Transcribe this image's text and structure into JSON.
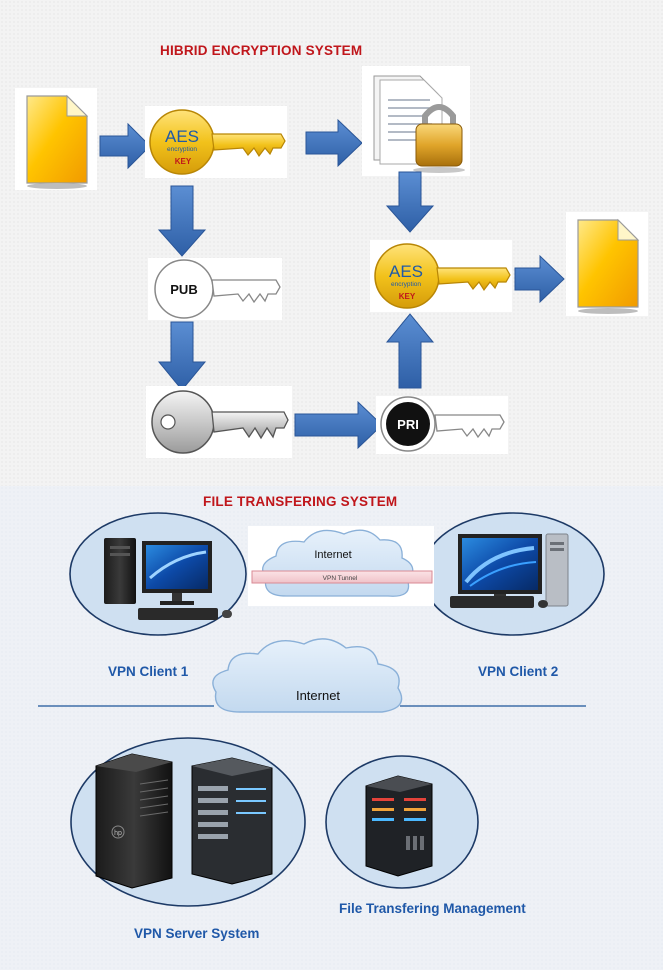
{
  "hybrid": {
    "title": "HIBRID ENCRYPTION SYSTEM",
    "aes_key_label_top": "AES",
    "aes_key_label_small": "encryption",
    "aes_key_label_key": "KEY",
    "pub_label": "PUB",
    "pri_label": "PRI"
  },
  "transfer": {
    "title": "FILE TRANSFERING SYSTEM",
    "internet_top": "Internet",
    "vpn_tunnel": "VPN Tunnel",
    "client1": "VPN Client 1",
    "client2": "VPN Client 2",
    "internet_mid": "Internet",
    "server_system": "VPN  Server System",
    "management": "File Transfering Management",
    "server_brand": "hp"
  },
  "colors": {
    "title_red": "#c0161b",
    "label_blue": "#1f58a8",
    "arrow_blue": "#3b6fb6",
    "key_gold": "#f2c21b",
    "ellipse_fill": "#cfe0f1",
    "ellipse_stroke": "#1d3a66"
  }
}
